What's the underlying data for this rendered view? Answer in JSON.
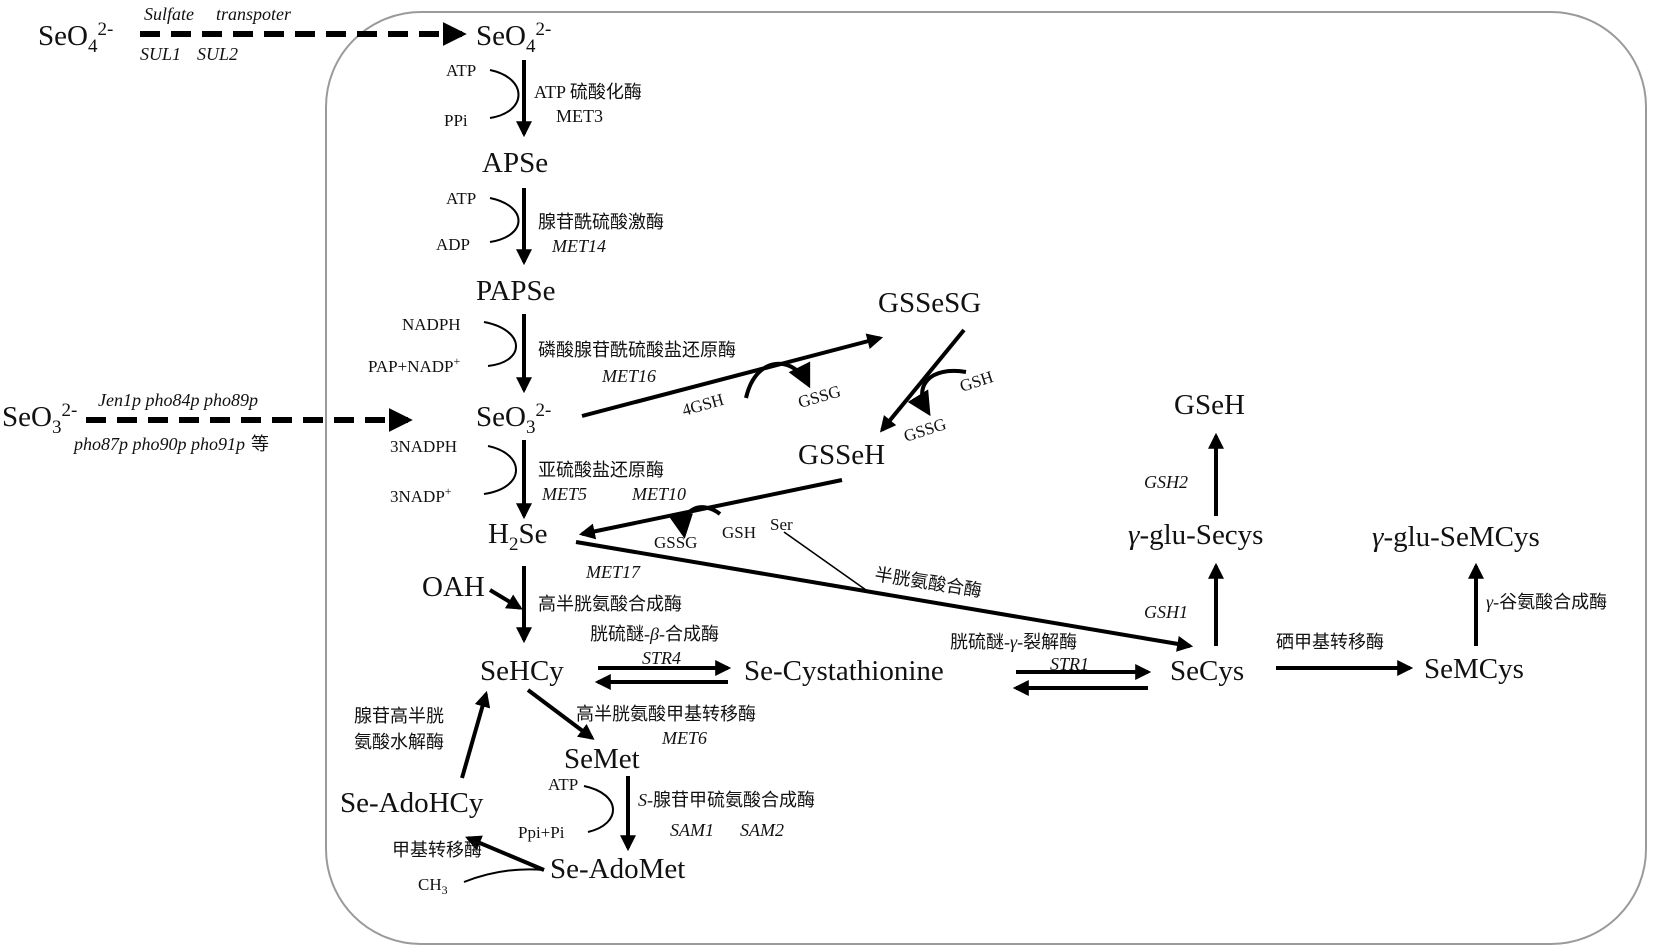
{
  "compounds": {
    "seo4_out": [
      "SeO",
      "4",
      "2-"
    ],
    "seo4_in": [
      "SeO",
      "4",
      "2-"
    ],
    "apse": "APSe",
    "papse": "PAPSe",
    "seo3_out": [
      "SeO",
      "3",
      "2-"
    ],
    "seo3_in": [
      "SeO",
      "3",
      "2-"
    ],
    "h2se": [
      "H",
      "2",
      "Se"
    ],
    "gssesg": "GSSeSG",
    "gsseh": "GSSeH",
    "oah": "OAH",
    "sehcy": "SeHCy",
    "se_cystathionine": "Se-Cystathionine",
    "secys": "SeCys",
    "semcys": "SeMCys",
    "gseh": "GSeH",
    "gamma_glu_secys": [
      "γ",
      "-glu-Secys"
    ],
    "gamma_glu_semcys": [
      "γ",
      "-glu-SeMCys"
    ],
    "semet": "SeMet",
    "se_adohcy": "Se-AdoHCy",
    "se_adomet": "Se-AdoMet"
  },
  "transporters": {
    "sulfate_label": [
      "Sulfate",
      "transpoter"
    ],
    "sulfate_genes": [
      "SUL1",
      "SUL2"
    ],
    "selenite_genes_1": "Jen1p pho84p pho89p",
    "selenite_genes_2": "pho87p pho90p pho91p",
    "selenite_suffix": "等"
  },
  "cofactors": {
    "atp_1": "ATP",
    "ppi": "PPi",
    "atp_2": "ATP",
    "adp": "ADP",
    "nadph": "NADPH",
    "pap_nadp": [
      "PAP+NADP",
      "+"
    ],
    "nadph_3": "3NADPH",
    "nadp_3": [
      "3NADP",
      "+"
    ],
    "gsh_4": "4GSH",
    "gssg_1": "GSSG",
    "gsh_1": "GSH",
    "gssg_2": "GSSG",
    "gssg_3": "GSSG",
    "gsh_2": "GSH",
    "ser": "Ser",
    "atp_3": "ATP",
    "ppi_pi": "Ppi+Pi",
    "ch3": [
      "CH",
      "3"
    ]
  },
  "enzymes": {
    "met3_name": "ATP 硫酸化酶",
    "met3_gene": "MET3",
    "met14_name": "腺苷酰硫酸激酶",
    "met14_gene": "MET14",
    "met16_name": "磷酸腺苷酰硫酸盐还原酶",
    "met16_gene": "MET16",
    "met5_name": "亚硫酸盐还原酶",
    "met5_gene_1": "MET5",
    "met5_gene_2": "MET10",
    "met17_gene": "MET17",
    "met17_name": "高半胱氨酸合成酶",
    "str4_name": [
      "胱硫醚-",
      "β",
      "-合成酶"
    ],
    "str4_gene": "STR4",
    "cys_synthase": "半胱氨酸合酶",
    "str1_name": [
      "胱硫醚-",
      "γ",
      "-裂解酶"
    ],
    "str1_gene": "STR1",
    "gsh1_gene": "GSH1",
    "gsh2_gene": "GSH2",
    "seleno_mt": "硒甲基转移酶",
    "gamma_glu_synthase": [
      "γ",
      "-谷氨酸合成酶"
    ],
    "met6_name": "高半胱氨酸甲基转移酶",
    "met6_gene": "MET6",
    "sam_name": [
      "S",
      "-腺苷甲硫氨酸合成酶"
    ],
    "sam_gene_1": "SAM1",
    "sam_gene_2": "SAM2",
    "adohcy_hydrolase_1": "腺苷高半胱",
    "adohcy_hydrolase_2": "氨酸水解酶",
    "methyltransferase": "甲基转移酶"
  }
}
